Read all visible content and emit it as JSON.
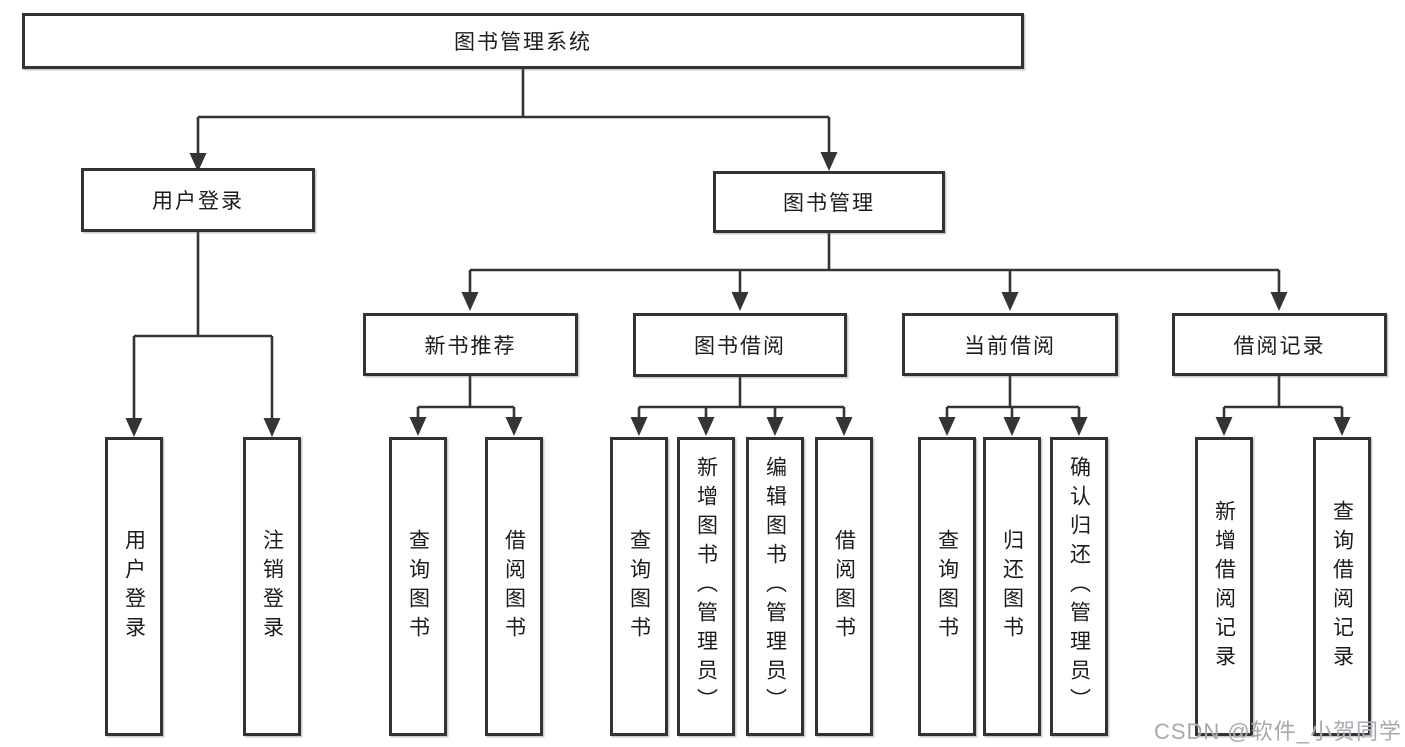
{
  "colors": {
    "background": "#ffffff",
    "line": "#343434",
    "box_border": "#333333",
    "text": "#1c1c1c",
    "watermark": "#a6aab0"
  },
  "diagram": {
    "type": "hierarchy-tree",
    "root": {
      "label": "图书管理系统"
    },
    "branches": [
      {
        "label": "用户登录",
        "children": [
          {
            "label": "用户登录"
          },
          {
            "label": "注销登录"
          }
        ]
      },
      {
        "label": "图书管理",
        "children": [
          {
            "label": "新书推荐",
            "children": [
              {
                "label": "查询图书"
              },
              {
                "label": "借阅图书"
              }
            ]
          },
          {
            "label": "图书借阅",
            "children": [
              {
                "label": "查询图书"
              },
              {
                "label": "新增图书（管理员）"
              },
              {
                "label": "编辑图书（管理员）"
              },
              {
                "label": "借阅图书"
              }
            ]
          },
          {
            "label": "当前借阅",
            "children": [
              {
                "label": "查询图书"
              },
              {
                "label": "归还图书"
              },
              {
                "label": "确认归还（管理员）"
              }
            ]
          },
          {
            "label": "借阅记录",
            "children": [
              {
                "label": "新增借阅记录"
              },
              {
                "label": "查询借阅记录"
              }
            ]
          }
        ]
      }
    ]
  },
  "watermark": {
    "text": "CSDN @软件_小贺同学"
  }
}
